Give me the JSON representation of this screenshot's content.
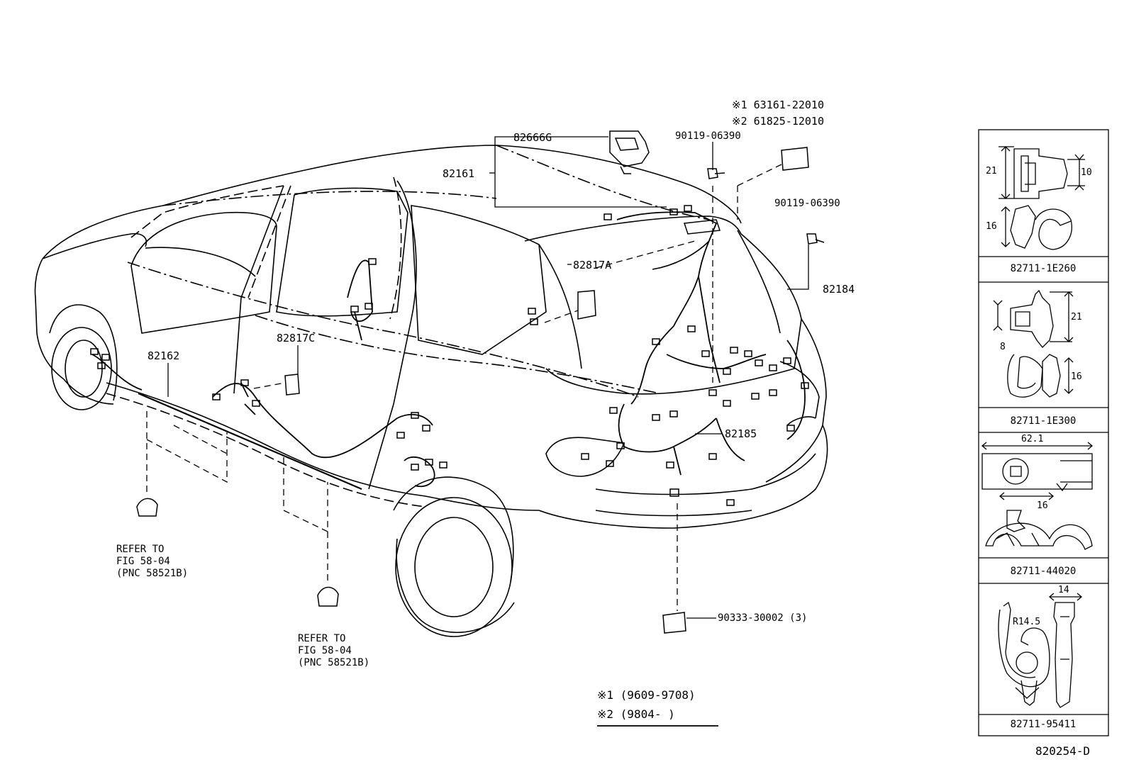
{
  "parts": {
    "p82666G": "82666G",
    "p82161": "82161",
    "p82817A": "82817A",
    "p82817C": "82817C",
    "p82162": "82162",
    "p82184": "82184",
    "p82185": "82185",
    "p90119_a": "90119-06390",
    "p90119_b": "90119-06390",
    "p90333": "90333-30002 (3)",
    "note1": "※1 63161-22010",
    "note2": "※2 61825-12010"
  },
  "refer_left": {
    "line1": "REFER TO",
    "line2": "FIG 58-04",
    "line3": "(PNC 58521B)"
  },
  "refer_mid": {
    "line1": "REFER TO",
    "line2": "FIG 58-04",
    "line3": "(PNC 58521B)"
  },
  "legend": {
    "item1": "※1  (9609-9708)",
    "item2": "※2  (9804-      )"
  },
  "panels": [
    {
      "part": "82711-1E260",
      "dims": [
        "21",
        "10",
        "16"
      ]
    },
    {
      "part": "82711-1E300",
      "dims": [
        "8",
        "21",
        "16"
      ]
    },
    {
      "part": "82711-44020",
      "dims": [
        "62.1",
        "16"
      ]
    },
    {
      "part": "82711-95411",
      "dims": [
        "14",
        "R14.5"
      ]
    }
  ],
  "figure_id": "820254-D"
}
